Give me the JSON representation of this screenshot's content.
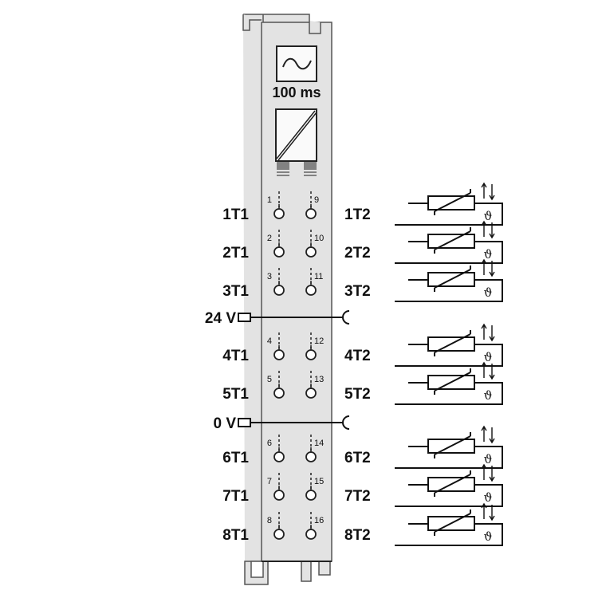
{
  "module": {
    "filter_label": "100 ms",
    "supply_labels": [
      "24 V",
      "0 V"
    ],
    "terminals": [
      {
        "left": "1T1",
        "right": "1T2",
        "pin_left": "1",
        "pin_right": "9"
      },
      {
        "left": "2T1",
        "right": "2T2",
        "pin_left": "2",
        "pin_right": "10"
      },
      {
        "left": "3T1",
        "right": "3T2",
        "pin_left": "3",
        "pin_right": "11"
      },
      {
        "left": "4T1",
        "right": "4T2",
        "pin_left": "4",
        "pin_right": "12"
      },
      {
        "left": "5T1",
        "right": "5T2",
        "pin_left": "5",
        "pin_right": "13"
      },
      {
        "left": "6T1",
        "right": "6T2",
        "pin_left": "6",
        "pin_right": "14"
      },
      {
        "left": "7T1",
        "right": "7T2",
        "pin_left": "7",
        "pin_right": "15"
      },
      {
        "left": "8T1",
        "right": "8T2",
        "pin_left": "8",
        "pin_right": "16"
      }
    ],
    "thermistor_symbol": "ϑ"
  },
  "colors": {
    "housing": "#e3e3e3",
    "outline": "#555555",
    "line": "#111111"
  }
}
